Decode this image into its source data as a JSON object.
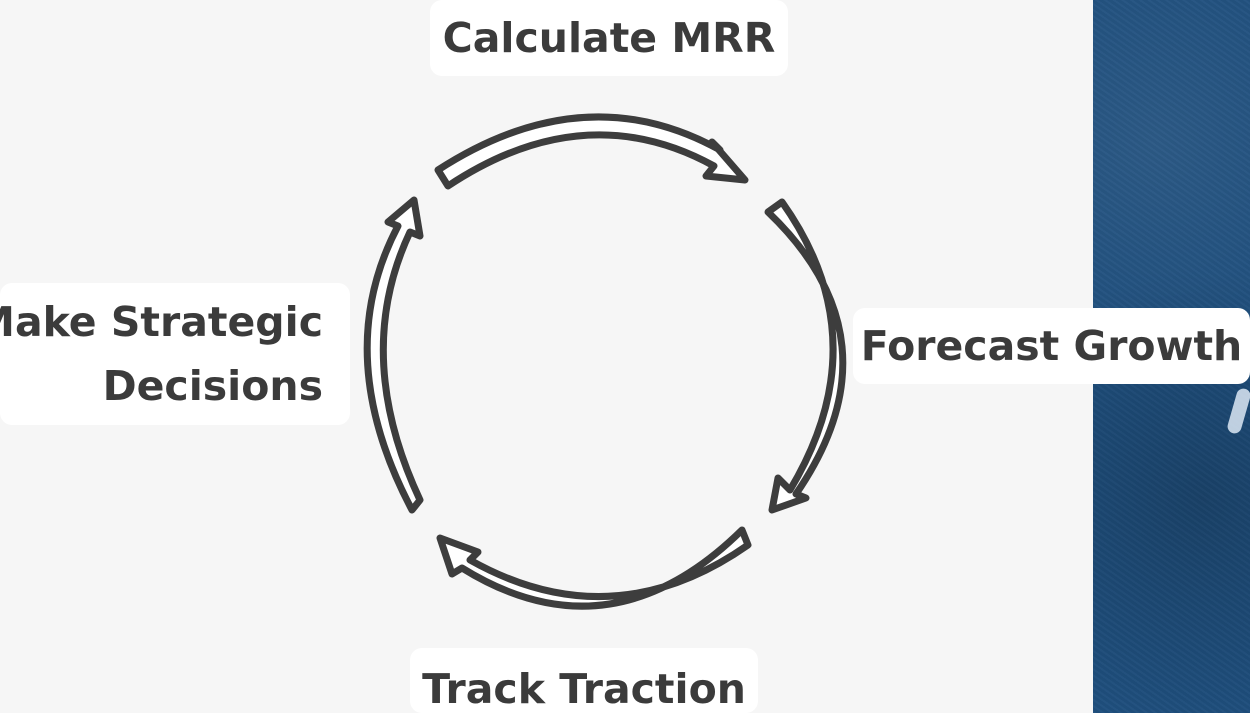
{
  "steps": {
    "top": "Calculate MRR",
    "right": "Forecast Growth",
    "bottom": "Track Traction",
    "left_line1": "Make Strategic",
    "left_line2": "Decisions"
  },
  "colors": {
    "arrow_outline": "#3d3d3d",
    "arrow_fill": "#ffffff",
    "label_bg": "#ffffff",
    "text": "#3b3b3b",
    "page_bg": "#f6f6f6",
    "photo_panel": "#1f4f7e"
  },
  "arrows": [
    "top-arrow",
    "right-arrow",
    "bottom-arrow",
    "left-arrow"
  ]
}
